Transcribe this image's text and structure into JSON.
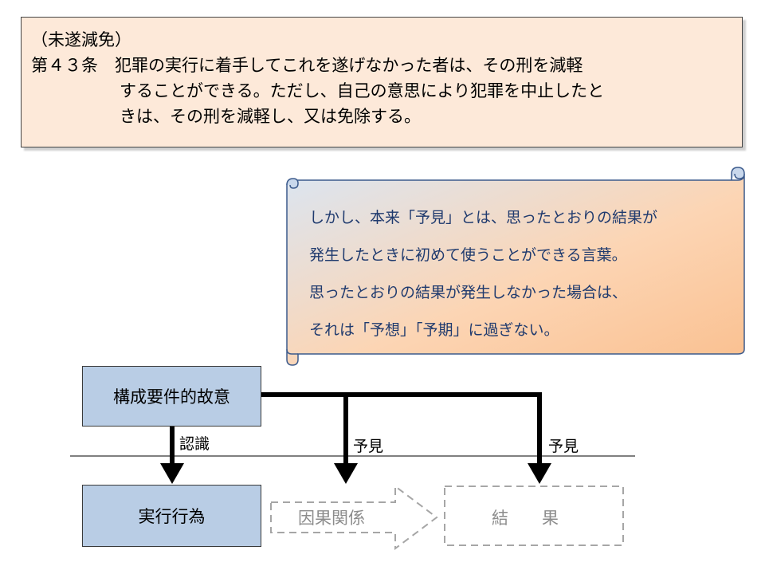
{
  "article": {
    "title": "（未遂減免）",
    "line1": "第４３条　犯罪の実行に着手してこれを遂げなかった者は、その刑を減軽",
    "line2": "することができる。ただし、自己の意思により犯罪を中止したと",
    "line3": "きは、その刑を減軽し、又は免除する。"
  },
  "scroll_note": {
    "lines": [
      "しかし、本来「予見」とは、思ったとおりの結果が",
      "発生したときに初めて使うことができる言葉。",
      "思ったとおりの結果が発生しなかった場合は、",
      "それは「予想」「予期」に過ぎない。"
    ]
  },
  "diagram": {
    "intent_box": "構成要件的故意",
    "act_box": "実行行為",
    "causal_label": "因果関係",
    "result_label": "結　　果",
    "arrow_labels": {
      "recognition": "認識",
      "foresight_1": "予見",
      "foresight_2": "予見"
    }
  },
  "colors": {
    "article_bg": "#fde9d9",
    "box_fill": "#b9cde5",
    "scroll_fill_top": "#dbe5f1",
    "scroll_fill_bottom": "#fac090",
    "scroll_text": "#1f3a6e",
    "dashed_gray": "#a6a6a6"
  }
}
